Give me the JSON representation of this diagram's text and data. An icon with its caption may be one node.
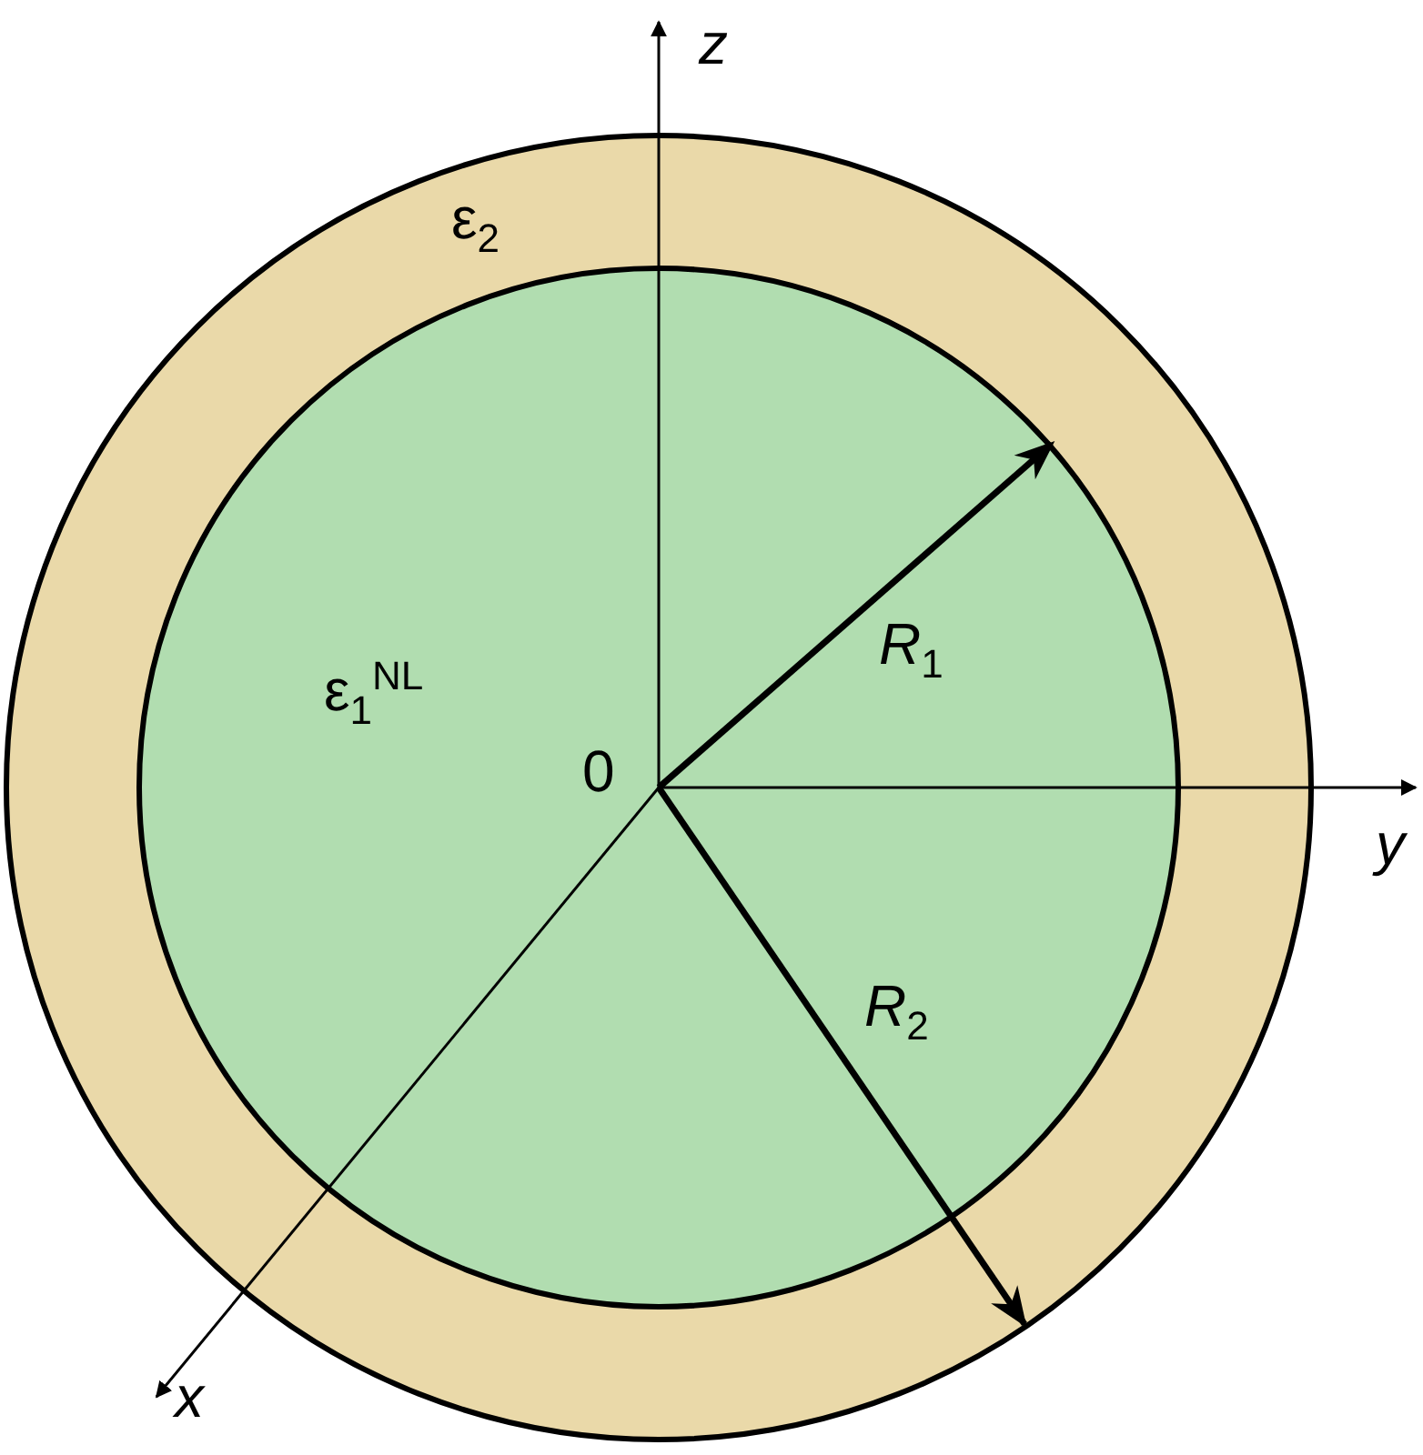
{
  "diagram": {
    "nodes": [
      {
        "text": [
          "ε$_{2}$"
        ]
      },
      {
        "text": [
          "ε$_{1}$$^{NL}$"
        ],
        "in": 0
      }
    ],
    "labels": [
      "z",
      "0",
      "y",
      "x",
      "*R*$_{1}$",
      "*R*$_{2}$"
    ]
  }
}
